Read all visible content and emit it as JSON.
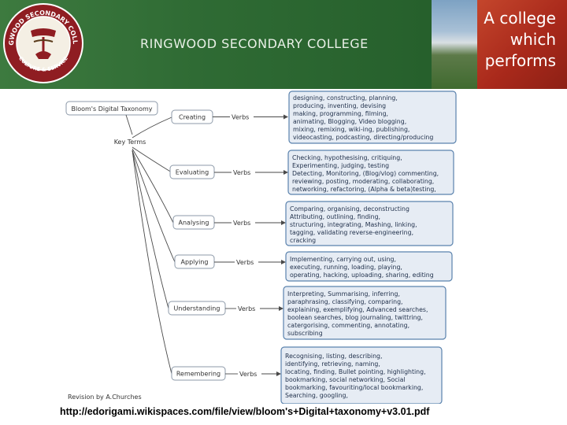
{
  "header": {
    "school_name": "RINGWOOD SECONDARY COLLEGE",
    "crest_title": "RINGWOOD SECONDARY COLLEGE",
    "crest_motto": "CULTURE & SERVICE",
    "slogan_lines": [
      "A college",
      "which",
      "performs"
    ],
    "colors": {
      "banner_green": "#2e6b33",
      "slogan_red": "#b5301f"
    }
  },
  "diagram": {
    "root": "Bloom's Digital Taxonomy",
    "hub": "Key Terms",
    "verbs_label": "Verbs",
    "credit": "Revision by A.Churches",
    "levels": [
      {
        "name": "Creating",
        "lines": [
          "designing, constructing, planning,",
          "producing, inventing, devising",
          "making, programming, filming,",
          "animating, Blogging, Video blogging,",
          "mixing, remixing, wiki-ing, publishing,",
          "videocasting, podcasting, directing/producing"
        ]
      },
      {
        "name": "Evaluating",
        "lines": [
          "Checking, hypothesising, critiquing,",
          "Experimenting, judging, testing",
          "Detecting, Monitoring, (Blog/vlog) commenting,",
          "reviewing, posting, moderating, collaborating,",
          "networking, refactoring, (Alpha & beta)testing,"
        ]
      },
      {
        "name": "Analysing",
        "lines": [
          "Comparing, organising, deconstructing",
          "Attributing, outlining, finding,",
          "structuring, integrating, Mashing, linking,",
          "tagging, validating reverse-engineering,",
          "cracking"
        ]
      },
      {
        "name": "Applying",
        "lines": [
          "Implementing, carrying out, using,",
          "executing, running, loading, playing,",
          "operating, hacking, uploading, sharing, editing"
        ]
      },
      {
        "name": "Understanding",
        "lines": [
          "Interpreting, Summarising, inferring,",
          "paraphrasing, classifying, comparing,",
          "explaining, exemplifying, Advanced searches,",
          "boolean searches, blog journaling, twittring,",
          "catergorising, commenting, annotating,",
          "subscribing"
        ]
      },
      {
        "name": "Remembering",
        "lines": [
          "Recognising, listing, describing,",
          "identifying, retrieving, naming,",
          "locating, finding, Bullet pointing, highlighting,",
          "bookmarking, social networking, Social",
          "bookmarking, favouriting/local bookmarking,",
          "Searching, googling,"
        ]
      }
    ]
  },
  "source_url": "http://edorigami.wikispaces.com/file/view/bloom's+Digital+taxonomy+v3.01.pdf"
}
